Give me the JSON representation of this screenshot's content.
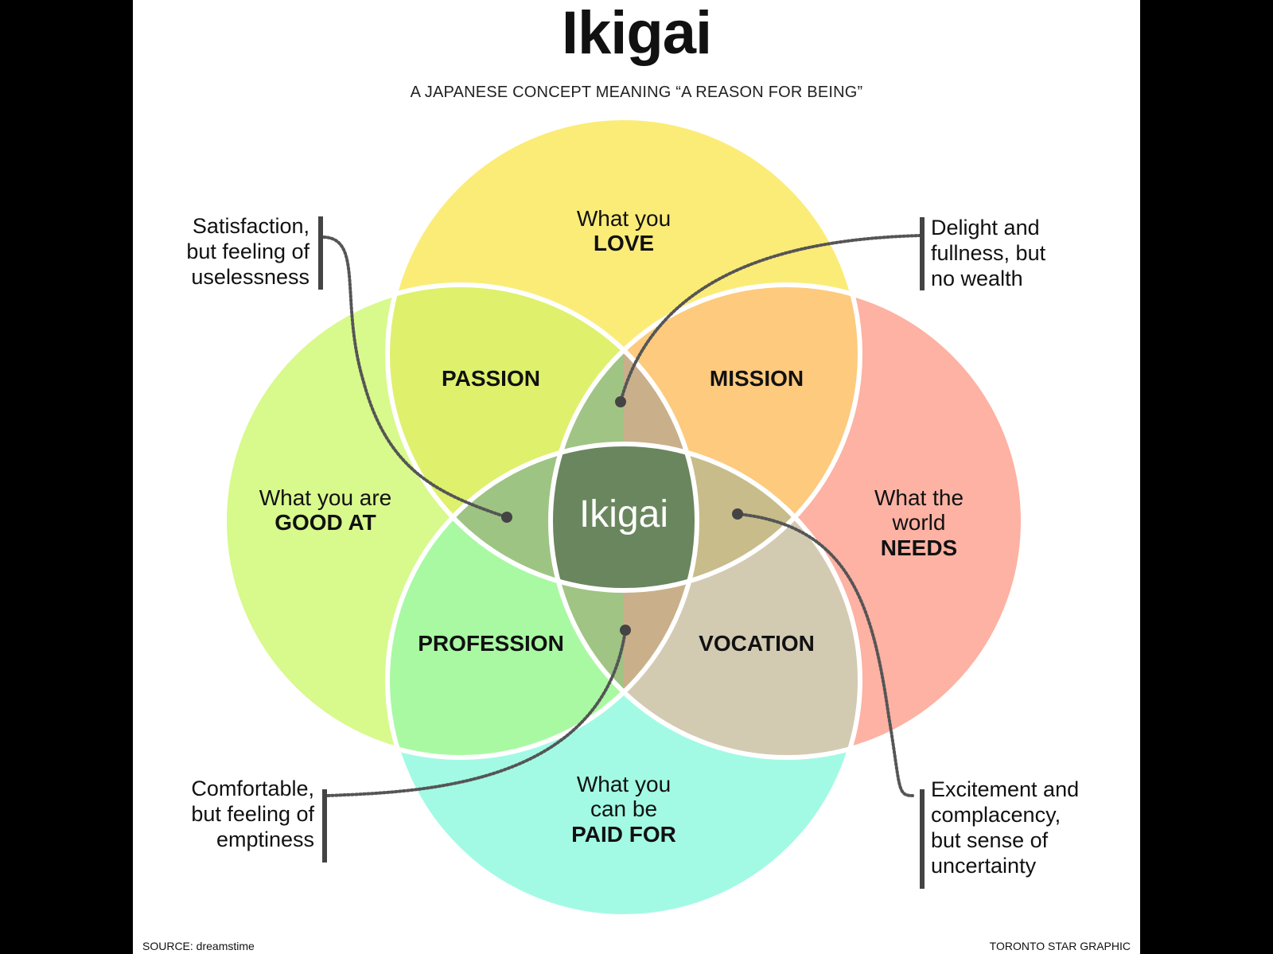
{
  "title": "Ikigai",
  "subtitle": "A JAPANESE CONCEPT MEANING “A REASON FOR BEING”",
  "circles": {
    "love": {
      "line1": "What you",
      "emph": "LOVE",
      "color": "#fbec78"
    },
    "good_at": {
      "line1": "What you are",
      "emph": "GOOD AT",
      "color": "#d8f98c"
    },
    "needs": {
      "line1": "What the",
      "line2": "world",
      "emph": "NEEDS",
      "color": "#fdb2a3"
    },
    "paid_for": {
      "line1": "What you",
      "line2": "can be",
      "emph": "PAID FOR",
      "color": "#a3fae4"
    }
  },
  "intersections": {
    "passion": "PASSION",
    "mission": "MISSION",
    "profession": "PROFESSION",
    "vocation": "VOCATION"
  },
  "center": "Ikigai",
  "notes": {
    "top_left": [
      "Satisfaction,",
      "but feeling of",
      "uselessness"
    ],
    "top_right": [
      "Delight and",
      "fullness, but",
      "no wealth"
    ],
    "bottom_left": [
      "Comfortable,",
      "but feeling of",
      "emptiness"
    ],
    "bottom_right": [
      "Excitement and",
      "complacency,",
      "but sense of",
      "uncertainty"
    ]
  },
  "footer": {
    "source": "SOURCE: dreamstime",
    "credit": "TORONTO STAR GRAPHIC"
  }
}
